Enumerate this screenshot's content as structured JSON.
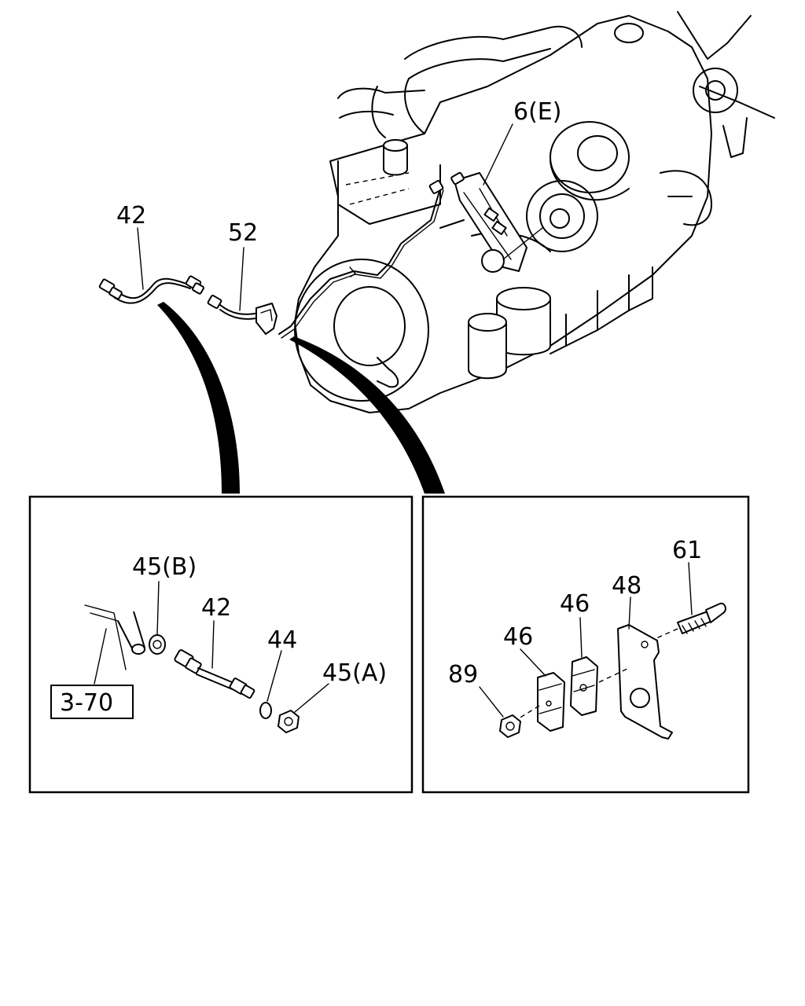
{
  "labels": {
    "engine_sensor": "6(E)",
    "harness_main": "42",
    "harness_link": "52",
    "nut_b": "45(B)",
    "harness_detail": "42",
    "washer": "44",
    "nut_a": "45(A)",
    "reference": "3-70",
    "bolt": "61",
    "bracket": "48",
    "clip_upper": "46",
    "clip_lower": "46",
    "nut_small": "89"
  }
}
